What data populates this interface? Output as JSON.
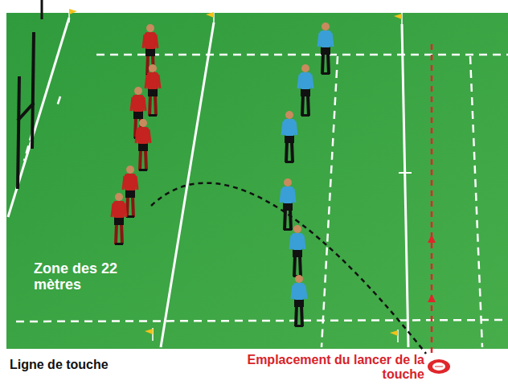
{
  "diagram": {
    "labels": [
      "Zone des 22 mètres",
      "Ligne de touche",
      "Emplacement du lancer de la touche"
    ]
  }
}
